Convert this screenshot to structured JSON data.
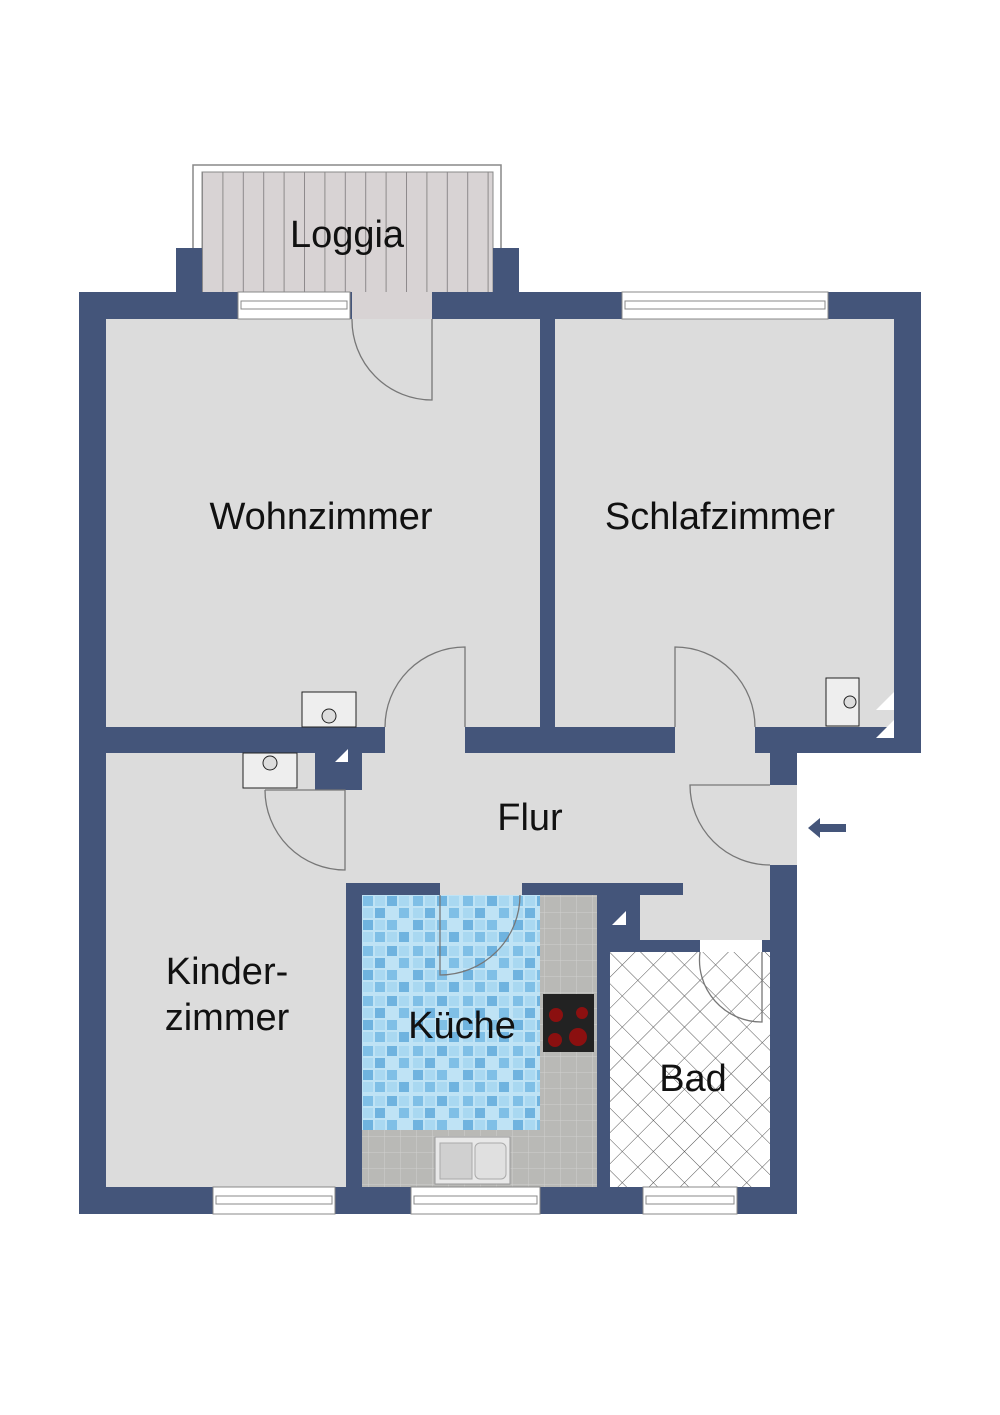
{
  "rooms": {
    "loggia": "Loggia",
    "wohnzimmer": "Wohnzimmer",
    "schlafzimmer": "Schlafzimmer",
    "flur": "Flur",
    "kinderzimmer_line1": "Kinder-",
    "kinderzimmer_line2": "zimmer",
    "kueche": "Küche",
    "bad": "Bad"
  },
  "icons": {
    "entrance": "arrow-left-icon",
    "radiator": "radiator-icon",
    "stove": "stove-icon",
    "sink": "sink-icon",
    "shaft": "shaft-triangle-icon"
  },
  "colors": {
    "wall": "#44557a",
    "floor": "#dcdcdc",
    "loggia_floor": "#d6d1d1",
    "kitchen_tile": "#8ec9ec",
    "kitchen_counter": "#b9b9b6",
    "bath_floor": "#ffffff"
  }
}
